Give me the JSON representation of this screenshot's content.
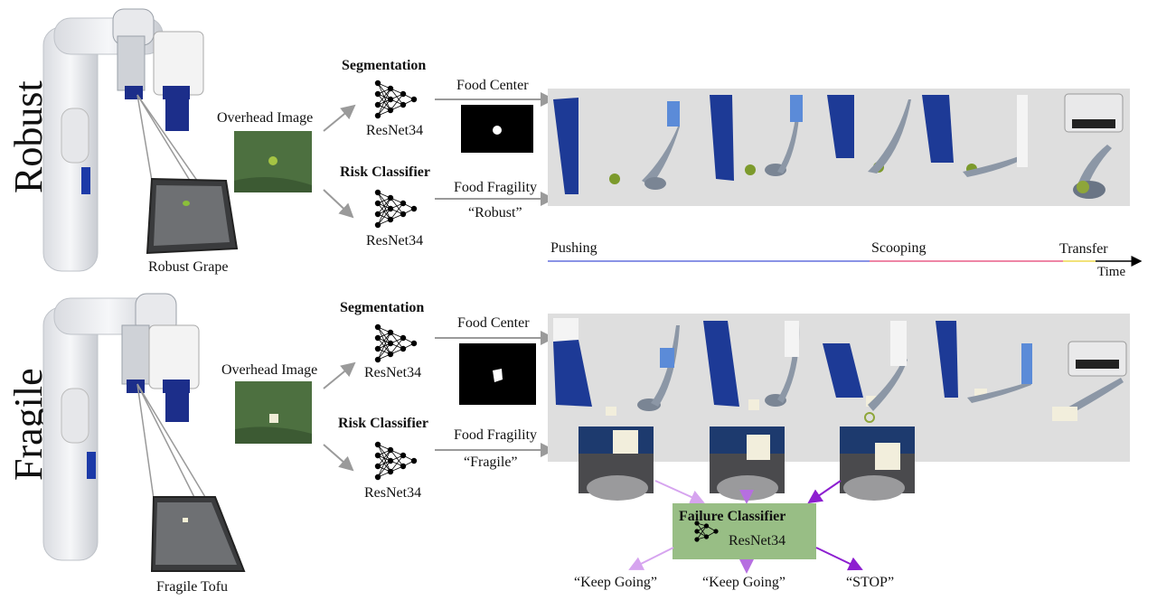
{
  "rows": [
    {
      "label": "Robust",
      "plate_caption": "Robust Grape",
      "overhead_label": "Overhead Image",
      "segmentation_title": "Segmentation",
      "segmentation_model": "ResNet34",
      "risk_title": "Risk Classifier",
      "risk_model": "ResNet34",
      "food_center_label": "Food Center",
      "food_fragility_label": "Food Fragility",
      "fragility_value": "“Robust”"
    },
    {
      "label": "Fragile",
      "plate_caption": "Fragile Tofu",
      "overhead_label": "Overhead Image",
      "segmentation_title": "Segmentation",
      "segmentation_model": "ResNet34",
      "risk_title": "Risk Classifier",
      "risk_model": "ResNet34",
      "food_center_label": "Food Center",
      "food_fragility_label": "Food Fragility",
      "fragility_value": "“Fragile”"
    }
  ],
  "timeline": {
    "phases": [
      "Pushing",
      "Scooping",
      "Transfer"
    ],
    "axis_label": "Time",
    "colors": [
      "#8a93e6",
      "#ee86a6",
      "#f2e27a"
    ]
  },
  "failure_classifier": {
    "title": "Failure Classifier",
    "model": "ResNet34",
    "box_color": "#98be85",
    "outputs": [
      "“Keep Going”",
      "“Keep Going”",
      "“STOP”"
    ],
    "arrow_colors": [
      "#d6a4ef",
      "#b66fe0",
      "#8d1fd0"
    ]
  },
  "colors": {
    "gray_band": "#dedede",
    "grape_green": "#7c9a2c",
    "tofu_white": "#f2eedc",
    "gripper_blue": "#1e3a8a",
    "arrow_gray": "#9a9a9a"
  }
}
